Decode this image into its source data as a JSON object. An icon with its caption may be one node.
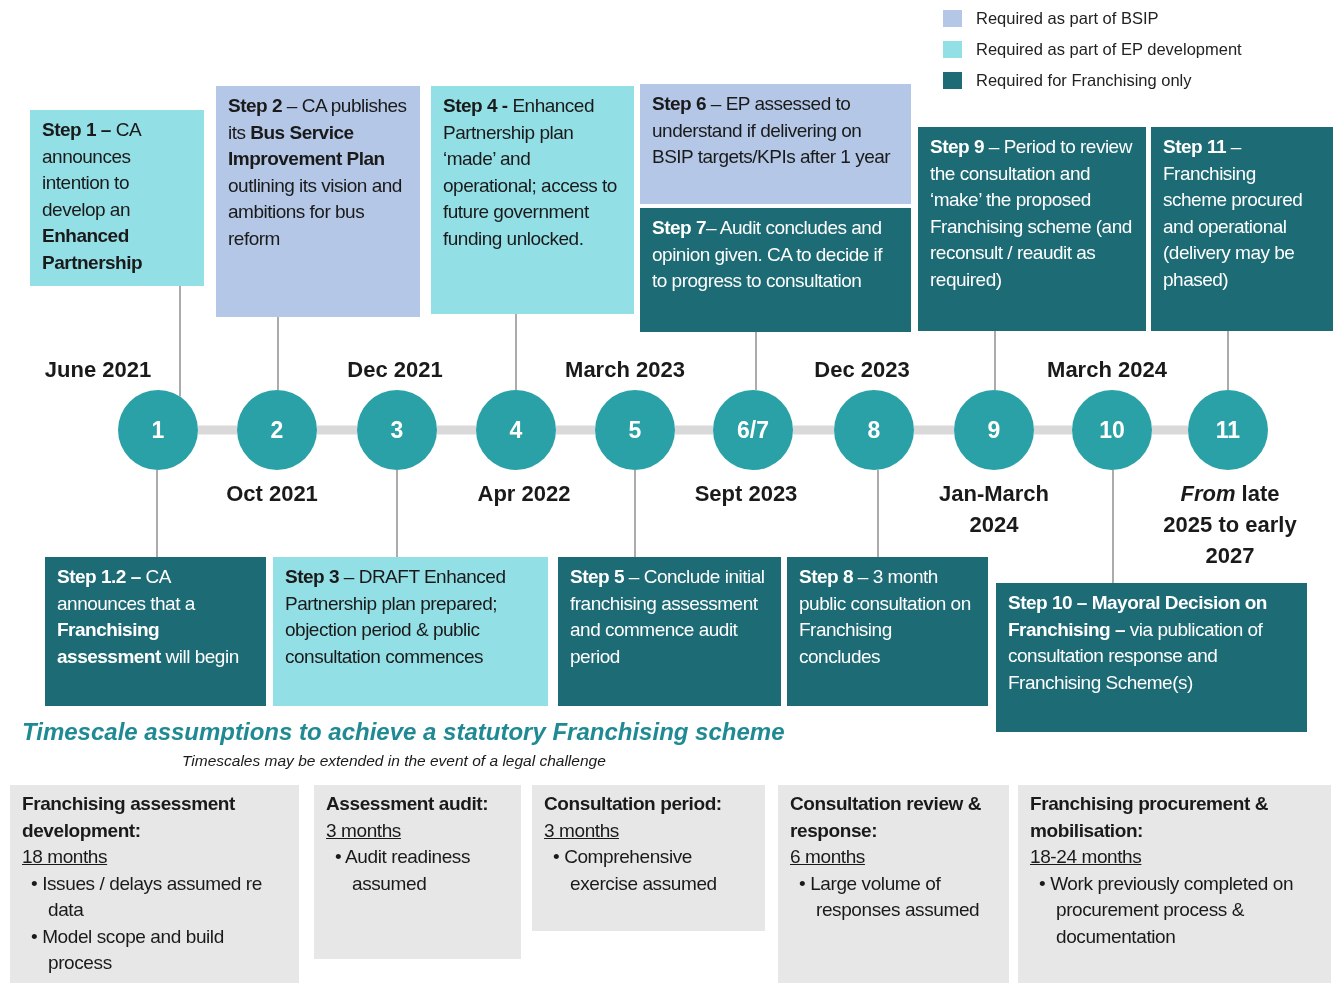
{
  "diagram": {
    "title": "Timescale assumptions to achieve a statutory Franchising scheme",
    "nodes": [
      {
        "text": [
          "1"
        ],
        "beside": [
          "June 2021"
        ]
      },
      {
        "text": [
          "2"
        ],
        "beside": [
          "Oct 2021"
        ]
      },
      {
        "text": [
          "3"
        ],
        "beside": [
          "Dec 2021"
        ]
      },
      {
        "text": [
          "4"
        ],
        "beside": [
          "Apr 2022"
        ]
      },
      {
        "text": [
          "5"
        ],
        "beside": [
          "March 2023"
        ]
      },
      {
        "text": [
          "6/7"
        ],
        "beside": [
          "Sept 2023"
        ]
      },
      {
        "text": [
          "8"
        ],
        "beside": [
          "Dec 2023"
        ]
      },
      {
        "text": [
          "9"
        ],
        "beside": [
          "Jan-March 2024"
        ]
      },
      {
        "text": [
          "10"
        ],
        "beside": [
          "March 2024"
        ]
      },
      {
        "text": [
          "11"
        ],
        "beside": [
          "*From* late 2025 to early 2027"
        ]
      },
      {
        "text": [
          "**Step 1 –** CA announces intention to develop an **Enhanced Partnership**"
        ]
      },
      {
        "text": [
          "**Step 1.2 –** CA announces that a **Franchising assessment** will begin"
        ]
      },
      {
        "text": [
          "**Step 2** – CA publishes its **Bus Service Improvement Plan** outlining its vision and ambitions for bus reform"
        ]
      },
      {
        "text": [
          "**Step 3** – DRAFT Enhanced Partnership plan prepared; objection period & public consultation commences"
        ]
      },
      {
        "text": [
          "**Step 4 -** Enhanced Partnership plan ‘made’ and operational; access to future government funding unlocked."
        ]
      },
      {
        "text": [
          "**Step 5** – Conclude initial franchising assessment and commence audit period"
        ]
      },
      {
        "text": [
          "**Step 6** – EP assessed to understand if delivering on BSIP targets/KPIs after 1 year"
        ]
      },
      {
        "text": [
          "**Step 7**– Audit concludes and opinion given. CA to decide if to progress to consultation"
        ]
      },
      {
        "text": [
          "**Step 8** – 3 month public consultation on Franchising concludes"
        ]
      },
      {
        "text": [
          "**Step 9** – Period to review the consultation and ‘make’ the proposed Franchising scheme (and reconsult / reaudit as required)"
        ]
      },
      {
        "text": [
          "**Step 10 – Mayoral Decision on Franchising –** via publication of consultation response and Franchising Scheme(s)"
        ]
      },
      {
        "text": [
          "**Step 11** – Franchising scheme procured and operational (delivery may be phased)"
        ]
      },
      {
        "text": [
          "Franchising assessment development:",
          "18 months",
          "• Issues / delays assumed re data",
          "• Model scope and build process"
        ]
      },
      {
        "text": [
          "Assessment audit:",
          "3 months",
          "• Audit readiness assumed"
        ]
      },
      {
        "text": [
          "Consultation period:",
          "3 months",
          "• Comprehensive exercise assumed"
        ]
      },
      {
        "text": [
          "Consultation review & response:",
          "6 months",
          "• Large volume of responses assumed"
        ]
      },
      {
        "text": [
          "Franchising procurement & mobilisation:",
          "18-24 months",
          "• Work previously completed on procurement process & documentation"
        ]
      }
    ],
    "edges": [
      {
        "from": 0,
        "to": 1,
        "arrow": "none",
        "style": "thick",
        "color": "#d9d9d9"
      },
      {
        "from": 1,
        "to": 2,
        "arrow": "none",
        "style": "thick",
        "color": "#d9d9d9"
      },
      {
        "from": 2,
        "to": 3,
        "arrow": "none",
        "style": "thick",
        "color": "#d9d9d9"
      },
      {
        "from": 3,
        "to": 4,
        "arrow": "none",
        "style": "thick",
        "color": "#d9d9d9"
      },
      {
        "from": 4,
        "to": 5,
        "arrow": "none",
        "style": "thick",
        "color": "#d9d9d9"
      },
      {
        "from": 5,
        "to": 6,
        "arrow": "none",
        "style": "thick",
        "color": "#d9d9d9"
      },
      {
        "from": 6,
        "to": 7,
        "arrow": "none",
        "style": "thick",
        "color": "#d9d9d9"
      },
      {
        "from": 7,
        "to": 8,
        "arrow": "none",
        "style": "thick",
        "color": "#d9d9d9"
      },
      {
        "from": 8,
        "to": 9,
        "arrow": "none",
        "style": "thick",
        "color": "#d9d9d9"
      },
      {
        "from": 10,
        "to": 0,
        "arrow": "none"
      },
      {
        "from": 11,
        "to": 0,
        "arrow": "none"
      },
      {
        "from": 12,
        "to": 1,
        "arrow": "none"
      },
      {
        "from": 13,
        "to": 2,
        "arrow": "none"
      },
      {
        "from": 14,
        "to": 3,
        "arrow": "none"
      },
      {
        "from": 15,
        "to": 4,
        "arrow": "none"
      },
      {
        "from": 17,
        "to": 5,
        "arrow": "none"
      },
      {
        "from": 18,
        "to": 6,
        "arrow": "none"
      },
      {
        "from": 19,
        "to": 7,
        "arrow": "none"
      },
      {
        "from": 20,
        "to": 8,
        "arrow": "none"
      },
      {
        "from": 21,
        "to": 9,
        "arrow": "none"
      }
    ],
    "labels": [
      "Timescales may be extended in the event of a legal challenge"
    ],
    "legend": [
      {
        "text": "Required as part of BSIP",
        "color": "#b4c7e7"
      },
      {
        "text": "Required as part of EP development",
        "color": "#93dfe6"
      },
      {
        "text": "Required for Franchising only",
        "color": "#1d6b74"
      }
    ]
  }
}
